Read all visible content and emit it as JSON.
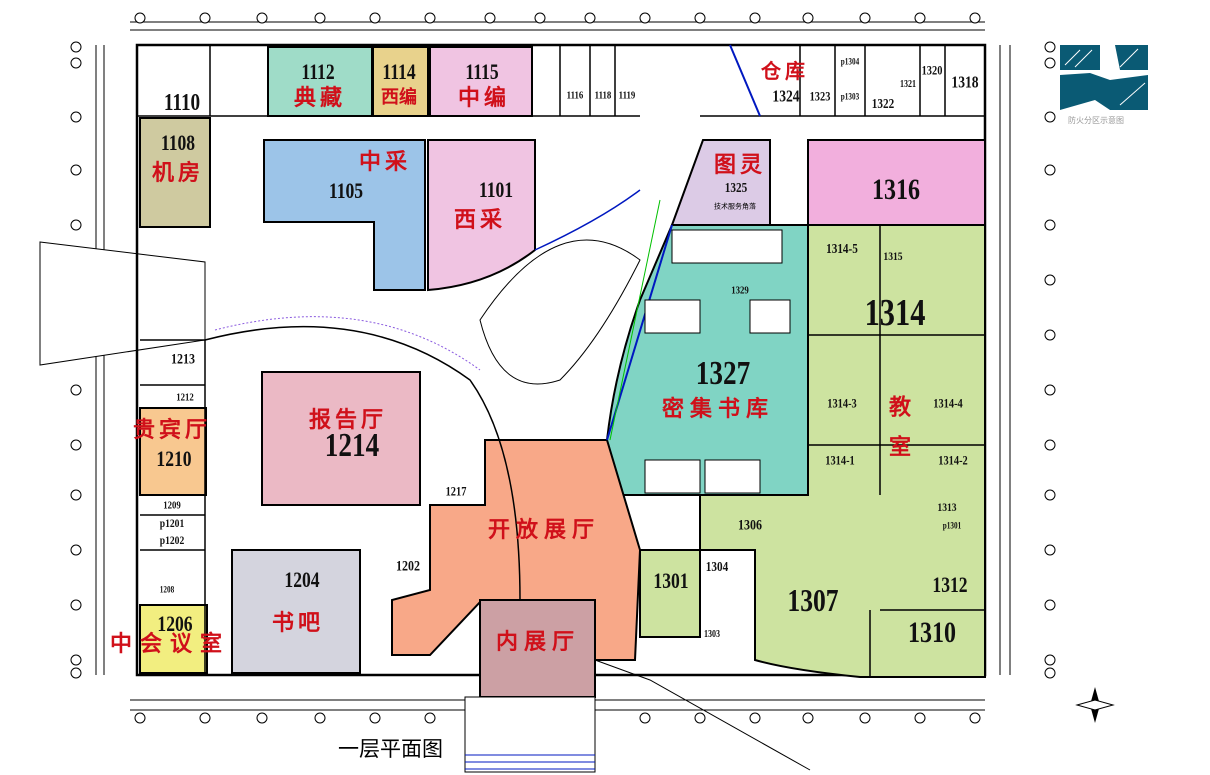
{
  "title": "一层平面图",
  "legend_caption": "防火分区示意图",
  "colors": {
    "teal_room": "#9fdcc8",
    "yellow_room": "#e8d28c",
    "pink_room": "#f0c4e2",
    "khaki_room": "#cfcaa0",
    "blue_room": "#9cc4e8",
    "lavender_room": "#dccbe6",
    "magenta_room": "#f2afdd",
    "green_room": "#cde3a0",
    "stack_room": "#80d4c4",
    "auditorium": "#ebb9c5",
    "vip_room": "#f8c890",
    "meeting_room": "#f2ee80",
    "book_bar": "#d4d4de",
    "open_hall": "#f8a888",
    "inner_hall": "#cca0a4",
    "label_red": "#d0101a",
    "thumb": "#0a5a74"
  },
  "rooms": {
    "r1112": {
      "number": "1112",
      "name": "典藏"
    },
    "r1114": {
      "number": "1114",
      "name": "西编"
    },
    "r1115": {
      "number": "1115",
      "name": "中编"
    },
    "r1110": {
      "number": "1110"
    },
    "r1116": {
      "number": "1116"
    },
    "r1118": {
      "number": "1118"
    },
    "r1119": {
      "number": "1119"
    },
    "r1108": {
      "number": "1108",
      "name": "机房"
    },
    "r1105": {
      "number": "1105",
      "name": "中采"
    },
    "r1101": {
      "number": "1101",
      "name": "西采"
    },
    "r1324": {
      "number": "1324",
      "name": "仓库"
    },
    "r1323": {
      "number": "1323"
    },
    "p1304": {
      "number": "p1304"
    },
    "p1303": {
      "number": "p1303"
    },
    "r1322": {
      "number": "1322"
    },
    "r1321": {
      "number": "1321"
    },
    "r1320": {
      "number": "1320"
    },
    "r1318": {
      "number": "1318"
    },
    "r1325": {
      "number": "1325",
      "name": "图灵",
      "sub": "技术服务角落"
    },
    "r1316": {
      "number": "1316"
    },
    "r1314_5": {
      "number": "1314-5"
    },
    "r1315": {
      "number": "1315"
    },
    "r1314": {
      "number": "1314",
      "name": "教室"
    },
    "r1314_3": {
      "number": "1314-3"
    },
    "r1314_4": {
      "number": "1314-4"
    },
    "r1314_1": {
      "number": "1314-1"
    },
    "r1314_2": {
      "number": "1314-2"
    },
    "r1329": {
      "number": "1329"
    },
    "r1327": {
      "number": "1327",
      "name": "密集书库"
    },
    "r1213": {
      "number": "1213"
    },
    "r1212": {
      "number": "1212"
    },
    "r1210": {
      "number": "1210",
      "name": "贵宾厅"
    },
    "r1209": {
      "number": "1209"
    },
    "p1201": {
      "number": "p1201"
    },
    "p1202": {
      "number": "p1202"
    },
    "r1208": {
      "number": "1208"
    },
    "r1206": {
      "number": "1206",
      "name": "中会议室"
    },
    "r1214": {
      "number": "1214",
      "name": "报告厅"
    },
    "r1217": {
      "number": "1217"
    },
    "r1204": {
      "number": "1204",
      "name": "书吧"
    },
    "r1202": {
      "number": "1202"
    },
    "open_hall": {
      "name": "开放展厅"
    },
    "inner_hall": {
      "name": "内展厅"
    },
    "r1306": {
      "number": "1306"
    },
    "r1301": {
      "number": "1301"
    },
    "r1304": {
      "number": "1304"
    },
    "r1303": {
      "number": "1303"
    },
    "r1307": {
      "number": "1307"
    },
    "r1313": {
      "number": "1313"
    },
    "p1301": {
      "number": "p1301"
    },
    "r1312": {
      "number": "1312"
    },
    "r1310": {
      "number": "1310"
    }
  }
}
